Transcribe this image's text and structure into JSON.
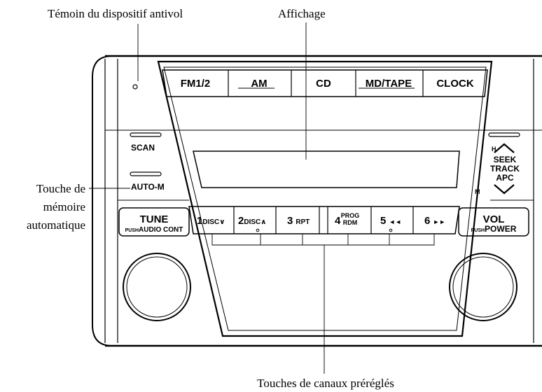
{
  "callouts": {
    "antitheft": "Témoin du dispositif antivol",
    "display": "Affichage",
    "automem_1": "Touche de",
    "automem_2": "mémoire",
    "automem_3": "automatique",
    "presets": "Touches de canaux préréglés"
  },
  "top_buttons": [
    "FM1/2",
    "AM",
    "CD",
    "MD/TAPE",
    "CLOCK"
  ],
  "left_labels": {
    "scan": "SCAN",
    "auto_m": "AUTO-M",
    "tune": "TUNE",
    "tune_sub_push": "PUSH",
    "tune_sub": "AUDIO CONT"
  },
  "right_labels": {
    "h": "H",
    "m": "M",
    "seek": "SEEK",
    "track": "TRACK",
    "apc": "APC",
    "vol": "VOL",
    "vol_sub_push": "PUSH",
    "vol_sub": "POWER"
  },
  "presets": [
    {
      "num": "1",
      "label": "DISC∨"
    },
    {
      "num": "2",
      "label": "DISC∧"
    },
    {
      "num": "3",
      "label": "RPT"
    },
    {
      "num": "4",
      "label_top": "PROG",
      "label_bottom": "RDM"
    },
    {
      "num": "5",
      "label": "◄◄"
    },
    {
      "num": "6",
      "label": "►►"
    }
  ]
}
